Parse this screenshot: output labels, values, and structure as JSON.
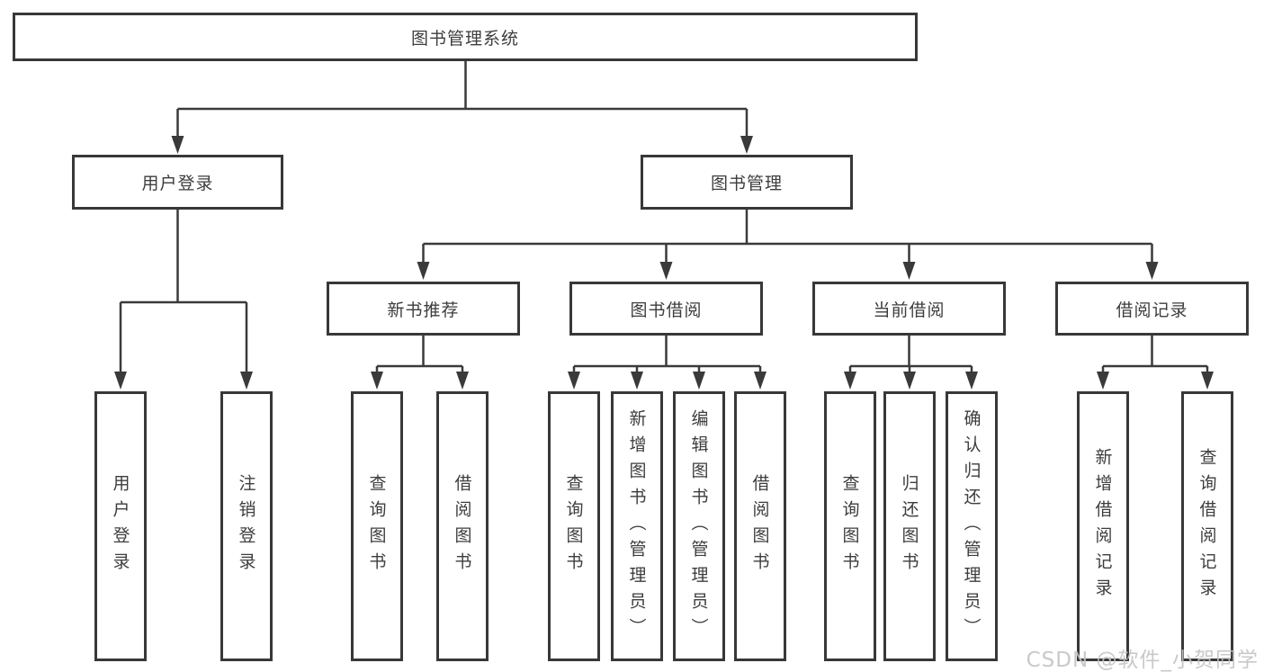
{
  "watermark": {
    "text": "CSDN @软件_小贺同学"
  },
  "tree": {
    "root": {
      "label": "图书管理系统",
      "children": [
        {
          "label": "用户登录",
          "children": [
            {
              "label": "用户登录"
            },
            {
              "label": "注销登录"
            }
          ]
        },
        {
          "label": "图书管理",
          "children": [
            {
              "label": "新书推荐",
              "children": [
                {
                  "label": "查询图书"
                },
                {
                  "label": "借阅图书"
                }
              ]
            },
            {
              "label": "图书借阅",
              "children": [
                {
                  "label": "查询图书"
                },
                {
                  "label": "新增图书（管理员）"
                },
                {
                  "label": "编辑图书（管理员）"
                },
                {
                  "label": "借阅图书"
                }
              ]
            },
            {
              "label": "当前借阅",
              "children": [
                {
                  "label": "查询图书"
                },
                {
                  "label": "归还图书"
                },
                {
                  "label": "确认归还（管理员）"
                }
              ]
            },
            {
              "label": "借阅记录",
              "children": [
                {
                  "label": "新增借阅记录"
                },
                {
                  "label": "查询借阅记录"
                }
              ]
            }
          ]
        }
      ]
    }
  }
}
